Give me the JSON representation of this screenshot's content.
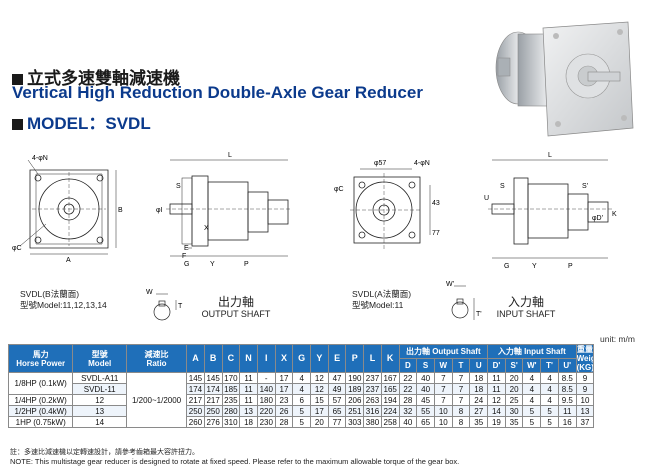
{
  "heading": {
    "cn_title": "立式多速雙軸減速機",
    "en_title": "Vertical High Reduction Double-Axle Gear Reducer",
    "model_label": "MODEL：SVDL"
  },
  "drawings": {
    "caption_b": [
      "SVDL(B法蘭面)",
      "型號Model:11,12,13,14"
    ],
    "caption_a": [
      "SVDL(A法蘭面)",
      "型號Model:11"
    ],
    "output_shaft": {
      "cn": "出力軸",
      "en": "OUTPUT SHAFT"
    },
    "input_shaft": {
      "cn": "入力軸",
      "en": "INPUT SHAFT"
    },
    "dims": {
      "n_hole": "4-φN",
      "c": "φC",
      "a": "A",
      "b": "B",
      "l": "L",
      "s": "S",
      "i": "φI",
      "x": "X",
      "d": "φD",
      "g": "G",
      "y": "Y",
      "p": "P",
      "e": "E",
      "f": "F",
      "k": "K",
      "d57": "φ57",
      "h43": "43",
      "h77": "77",
      "u": "U",
      "w": "W",
      "t": "T",
      "w2": "W'",
      "t2": "T'",
      "d2": "φD'",
      "u2": "U'",
      "s2": "S'"
    }
  },
  "table": {
    "unit": "unit: m/m",
    "headers": {
      "power": [
        "馬力",
        "Horse Power"
      ],
      "model": [
        "型號",
        "Model"
      ],
      "ratio": [
        "減速比",
        "Ratio"
      ],
      "dims": [
        "A",
        "B",
        "C",
        "N",
        "I",
        "X",
        "G",
        "Y",
        "E",
        "P",
        "L",
        "K"
      ],
      "output_group": "出力軸 Output Shaft",
      "output_cols": [
        "D",
        "S",
        "W",
        "T",
        "U"
      ],
      "input_group": "入力軸 Input Shaft",
      "input_cols": [
        "D'",
        "S'",
        "W'",
        "T'",
        "U'"
      ],
      "weight": [
        "重量",
        "Weight",
        "(KG)"
      ]
    },
    "ratio_value": "1/200~1/2000",
    "rows": [
      {
        "power": "1/8HP (0.1kW)",
        "model": "SVDL-A11",
        "values": [
          "145",
          "145",
          "170",
          "11",
          "-",
          "17",
          "4",
          "12",
          "47",
          "190",
          "237",
          "167",
          "22",
          "40",
          "7",
          "7",
          "18",
          "11",
          "20",
          "4",
          "4",
          "8.5",
          "9"
        ]
      },
      {
        "power": "",
        "model": "SVDL-11",
        "values": [
          "174",
          "174",
          "185",
          "11",
          "140",
          "17",
          "4",
          "12",
          "49",
          "189",
          "237",
          "165",
          "22",
          "40",
          "7",
          "7",
          "18",
          "11",
          "20",
          "4",
          "4",
          "8.5",
          "9"
        ]
      },
      {
        "power": "1/4HP (0.2kW)",
        "model": "12",
        "values": [
          "217",
          "217",
          "235",
          "11",
          "180",
          "23",
          "6",
          "15",
          "57",
          "206",
          "263",
          "194",
          "28",
          "45",
          "7",
          "7",
          "24",
          "12",
          "25",
          "4",
          "4",
          "9.5",
          "10"
        ]
      },
      {
        "power": "1/2HP (0.4kW)",
        "model": "13",
        "values": [
          "250",
          "250",
          "280",
          "13",
          "220",
          "26",
          "5",
          "17",
          "65",
          "251",
          "316",
          "224",
          "32",
          "55",
          "10",
          "8",
          "27",
          "14",
          "30",
          "5",
          "5",
          "11",
          "13"
        ]
      },
      {
        "power": "1HP (0.75kW)",
        "model": "14",
        "values": [
          "260",
          "276",
          "310",
          "18",
          "230",
          "28",
          "5",
          "20",
          "77",
          "303",
          "380",
          "258",
          "40",
          "65",
          "10",
          "8",
          "35",
          "19",
          "35",
          "5",
          "5",
          "16",
          "37"
        ]
      }
    ],
    "note_cn": "註：多速比減速機以定轉速設計，請參考齒箱最大容許扭力。",
    "note_en": "NOTE: This multistage gear reducer is designed to rotate at fixed speed.  Please refer to the maximum allowable torque of the gear box."
  }
}
